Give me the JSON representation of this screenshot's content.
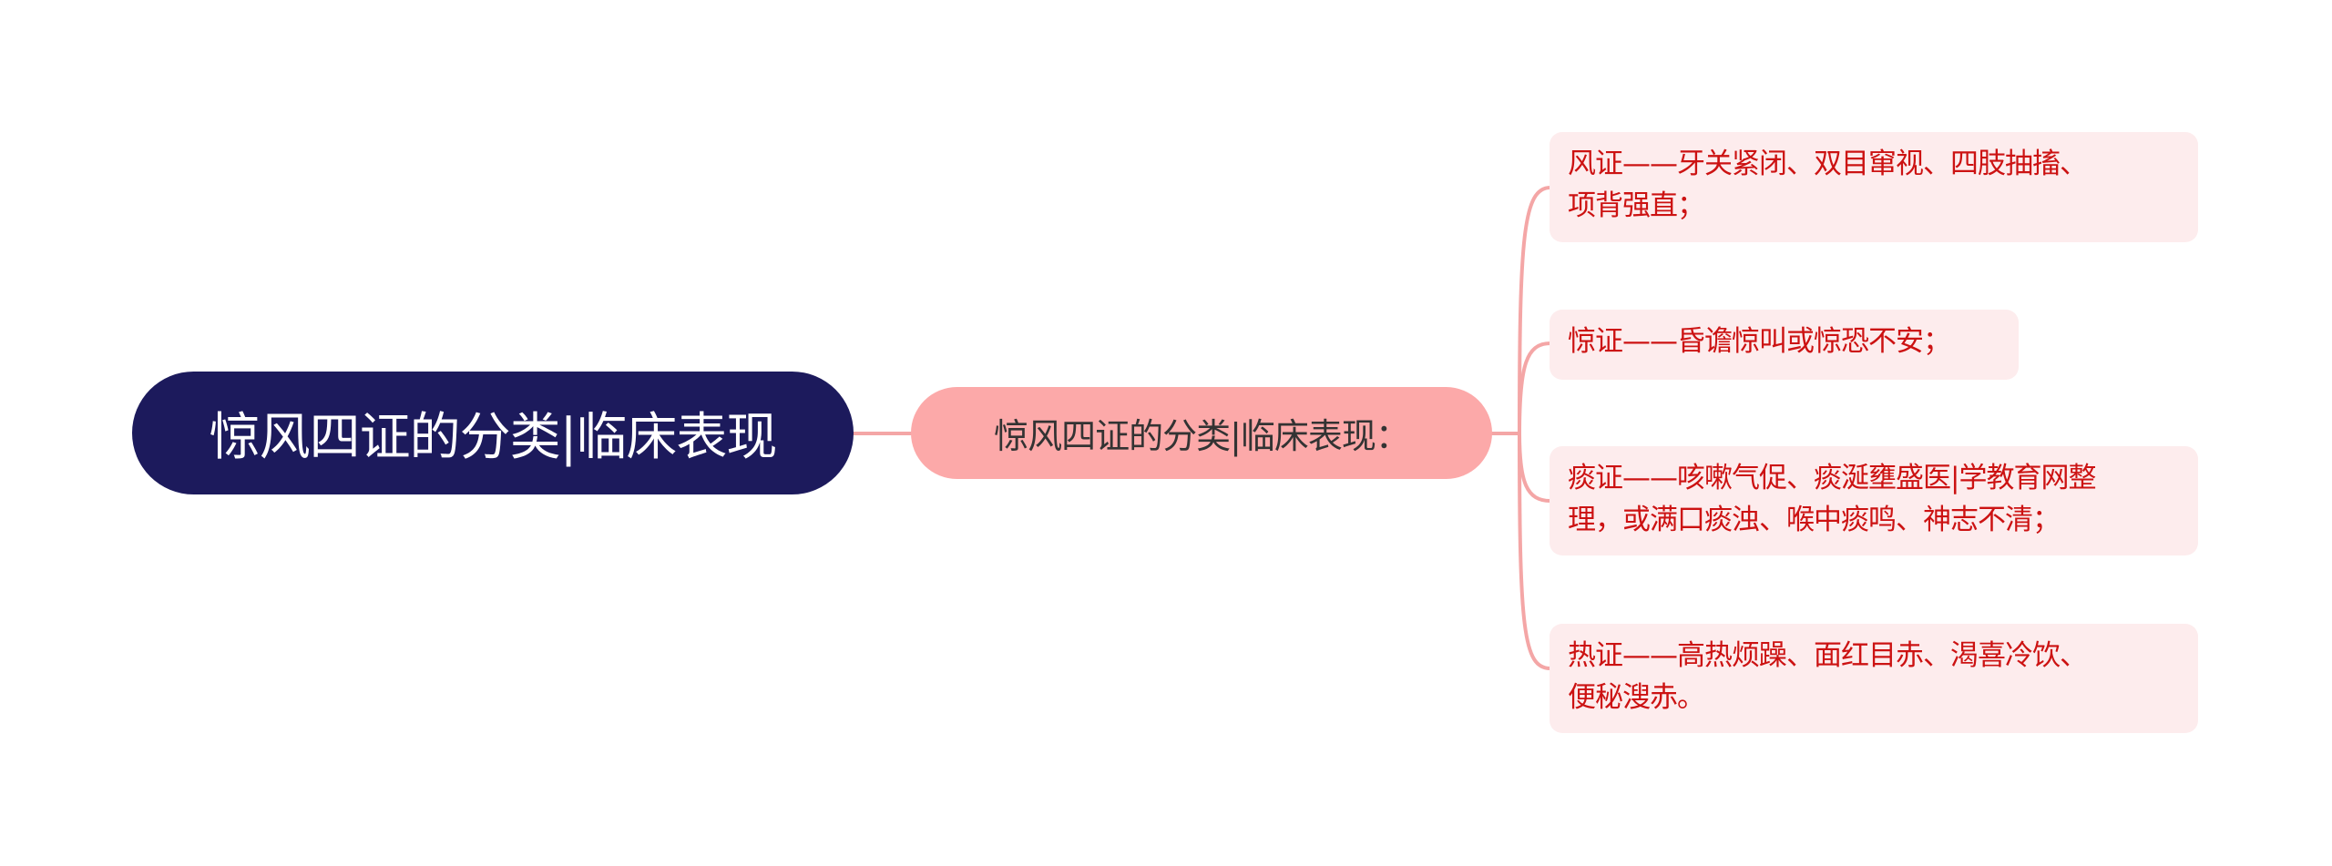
{
  "colors": {
    "root_bg": "#1c1a5c",
    "root_text": "#ffffff",
    "mid_bg": "#fca9a9",
    "mid_text": "#333333",
    "leaf_bg": "#fdeced",
    "leaf_text": "#cc1212",
    "connector": "#f4a6a6"
  },
  "root": {
    "label": "惊风四证的分类|临床表现"
  },
  "branch": {
    "label": "惊风四证的分类|临床表现："
  },
  "leaves": [
    {
      "lines": [
        "风证——牙关紧闭、双目窜视、四肢抽搐、",
        "项背强直；"
      ]
    },
    {
      "lines": [
        "惊证——昏谵惊叫或惊恐不安；"
      ]
    },
    {
      "lines": [
        "痰证——咳嗽气促、痰涎壅盛医|学教育网整",
        "理，或满口痰浊、喉中痰鸣、神志不清；"
      ]
    },
    {
      "lines": [
        "热证——高热烦躁、面红目赤、渴喜冷饮、",
        "便秘溲赤。"
      ]
    }
  ]
}
